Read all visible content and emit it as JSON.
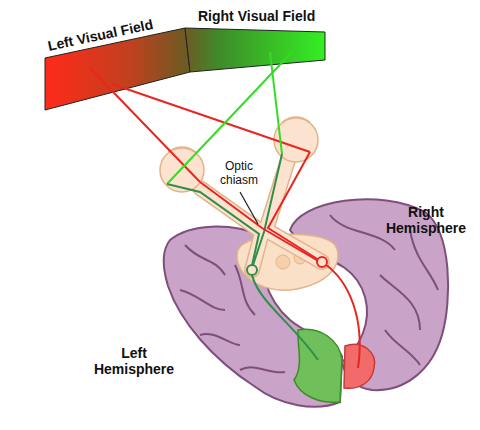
{
  "diagram": {
    "labels": [
      "Left Visual Field",
      "Right Visual Field",
      "Optic chiasm",
      "Right Hemisphere",
      "Left Hemisphere"
    ]
  }
}
